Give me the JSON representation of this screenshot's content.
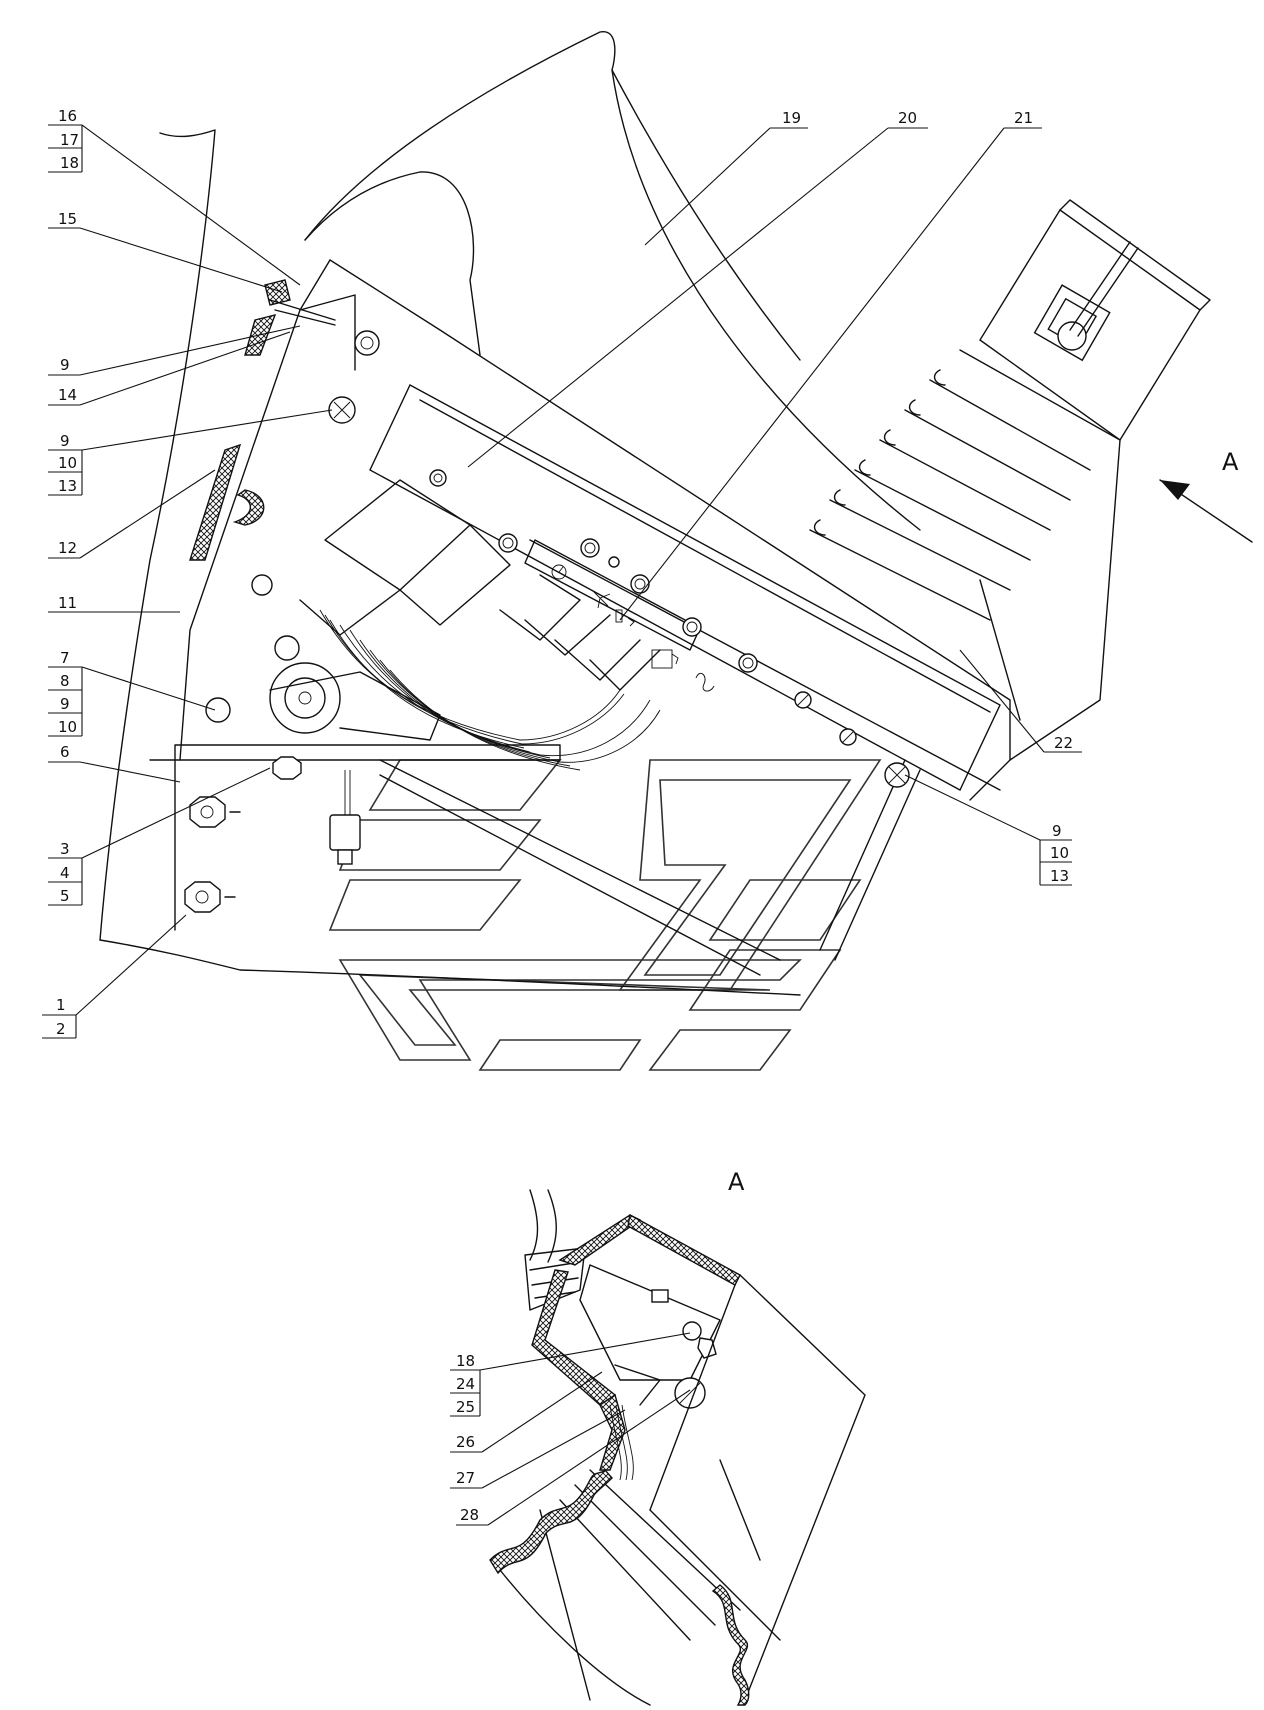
{
  "view_label": "A",
  "direction_label": "A",
  "callouts_main": [
    {
      "id": "c16",
      "lines": [
        "16",
        "17",
        "18"
      ]
    },
    {
      "id": "c15",
      "lines": [
        "15"
      ]
    },
    {
      "id": "c9a",
      "lines": [
        "9"
      ]
    },
    {
      "id": "c14",
      "lines": [
        "14"
      ]
    },
    {
      "id": "c9b",
      "lines": [
        "9",
        "10",
        "13"
      ]
    },
    {
      "id": "c12",
      "lines": [
        "12"
      ]
    },
    {
      "id": "c11",
      "lines": [
        "11"
      ]
    },
    {
      "id": "c7",
      "lines": [
        "7",
        "8",
        "9",
        "10"
      ]
    },
    {
      "id": "c6",
      "lines": [
        "6"
      ]
    },
    {
      "id": "c3",
      "lines": [
        "3",
        "4",
        "5"
      ]
    },
    {
      "id": "c1",
      "lines": [
        "1",
        "2"
      ]
    },
    {
      "id": "c19",
      "lines": [
        "19"
      ]
    },
    {
      "id": "c20",
      "lines": [
        "20"
      ]
    },
    {
      "id": "c21",
      "lines": [
        "21"
      ]
    },
    {
      "id": "c22",
      "lines": [
        "22"
      ]
    },
    {
      "id": "c9c",
      "lines": [
        "9",
        "10",
        "13"
      ]
    }
  ],
  "callouts_view": [
    {
      "id": "c18v",
      "lines": [
        "18",
        "24",
        "25"
      ]
    },
    {
      "id": "c26",
      "lines": [
        "26"
      ]
    },
    {
      "id": "c27",
      "lines": [
        "27"
      ]
    },
    {
      "id": "c28",
      "lines": [
        "28"
      ]
    }
  ],
  "icons": [
    "gauge-icon",
    "fan-icon",
    "key-switch-icon",
    "fuel-icon",
    "glow-plug-icon"
  ]
}
